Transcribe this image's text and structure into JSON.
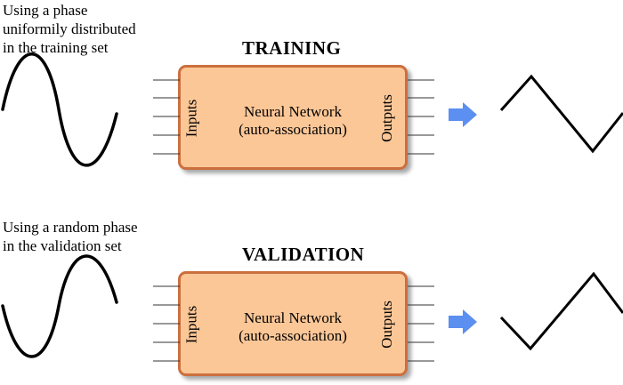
{
  "training": {
    "caption": "Using a phase\nuniformily distributed\nin the training set",
    "title": "TRAINING",
    "box_label": "Neural Network\n(auto-association)",
    "inputs_label": "Inputs",
    "outputs_label": "Outputs"
  },
  "validation": {
    "caption": "Using a random phase\nin the validation set",
    "title": "VALIDATION",
    "box_label": "Neural Network\n(auto-association)",
    "inputs_label": "Inputs",
    "outputs_label": "Outputs"
  },
  "colors": {
    "box_fill": "#fcc797",
    "box_border": "#cc6f3e",
    "arrow": "#5b8ff0"
  }
}
